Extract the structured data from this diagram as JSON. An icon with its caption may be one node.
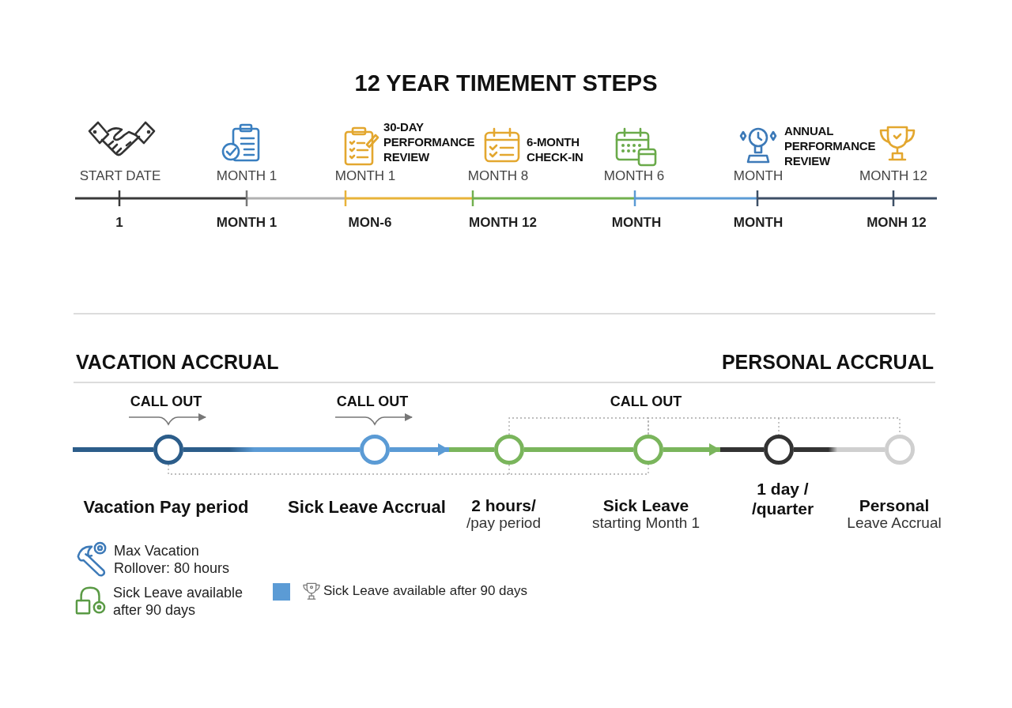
{
  "diagram": {
    "title": "12 YEAR TIMEMENT STEPS",
    "nodes": [
      {
        "text": [],
        "shape": "circle",
        "beside": [
          "CALL OUT",
          "Vacation Pay period"
        ]
      },
      {
        "text": [],
        "shape": "circle",
        "beside": [
          "CALL OUT",
          "Sick Leave Accrual"
        ]
      },
      {
        "text": [],
        "shape": "circle",
        "beside": [
          "2 hours/",
          "/pay period"
        ]
      },
      {
        "text": [],
        "shape": "circle",
        "beside": [
          "CALL OUT",
          "Sick Leave",
          "starting Month 1"
        ]
      },
      {
        "text": [],
        "shape": "circle",
        "beside": [
          "1 day / /quarter"
        ]
      },
      {
        "text": [],
        "shape": "circle",
        "beside": [
          "Personal",
          "Leave Accrual"
        ]
      }
    ],
    "edges": [
      {
        "from": null,
        "to": 0,
        "arrow": "none",
        "color": "#2c5d8a"
      },
      {
        "from": 0,
        "to": 1,
        "arrow": "none",
        "color": "#2c5d8a"
      },
      {
        "from": 1,
        "to": 2,
        "arrow": "to",
        "color": "#5b9bd5"
      },
      {
        "from": 2,
        "to": 3,
        "arrow": "none",
        "color": "#7ab55c"
      },
      {
        "from": 3,
        "to": 4,
        "arrow": "to",
        "color": "#7ab55c"
      },
      {
        "from": 4,
        "to": 5,
        "arrow": "none",
        "color": "#333333"
      }
    ],
    "labels": [
      "30-DAY PERFORMANCE REVIEW",
      "6-MONTH CHECK-IN",
      "ANNUAL PERFORMANCE REVIEW",
      "START DATE",
      "MONTH 1",
      "MONTH 1",
      "MONTH 8",
      "MONTH 6",
      "MONTH",
      "MONTH 12",
      "1",
      "MONTH 1",
      "MON-6",
      "MONTH 12",
      "MONTH",
      "MONTH",
      "MONH 12",
      "VACATION ACCRUAL",
      "PERSONAL ACCRUAL"
    ],
    "legend": [
      {
        "text": "Max Vacation Rollover: 80 hours"
      },
      {
        "text": "Sick Leave available after 90 days"
      },
      {
        "text": "Sick Leave available after 90 days",
        "color": "#5b9bd5"
      }
    ]
  }
}
